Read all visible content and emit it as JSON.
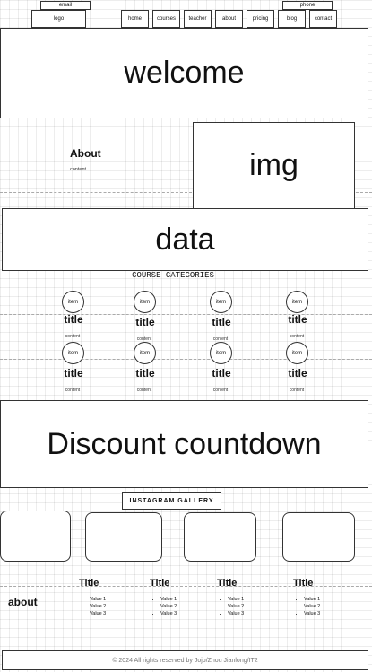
{
  "topbar": {
    "email_label": "email",
    "phone_label": "phone"
  },
  "nav": {
    "logo": "logo",
    "items": [
      "home",
      "courses",
      "teacher",
      "about",
      "pricing",
      "blog",
      "contact"
    ]
  },
  "hero": {
    "text": "welcome"
  },
  "about": {
    "heading": "About",
    "content": "content",
    "image_label": "img"
  },
  "data_banner": {
    "text": "data"
  },
  "categories": {
    "heading": "COURSE CATEGORIES",
    "rows": [
      [
        {
          "icon": "item",
          "title": "title",
          "content": "content"
        },
        {
          "icon": "item",
          "title": "title",
          "content": "content"
        },
        {
          "icon": "item",
          "title": "title",
          "content": "content"
        },
        {
          "icon": "item",
          "title": "title",
          "content": "content"
        }
      ],
      [
        {
          "icon": "item",
          "title": "title",
          "content": "content"
        },
        {
          "icon": "item",
          "title": "title",
          "content": "content"
        },
        {
          "icon": "item",
          "title": "title",
          "content": "content"
        },
        {
          "icon": "item",
          "title": "title",
          "content": "content"
        }
      ]
    ]
  },
  "discount": {
    "text": "Discount countdown"
  },
  "instagram": {
    "heading": "INSTAGRAM GALLERY"
  },
  "footer": {
    "about_label": "about",
    "columns": [
      {
        "title": "Title",
        "values": [
          "Value 1",
          "Value 2",
          "Value 3"
        ]
      },
      {
        "title": "Title",
        "values": [
          "Value 1",
          "Value 2",
          "Value 3"
        ]
      },
      {
        "title": "Title",
        "values": [
          "Value 1",
          "Value 2",
          "Value 3"
        ]
      },
      {
        "title": "Title",
        "values": [
          "Value 1",
          "Value 2",
          "Value 3"
        ]
      }
    ],
    "copyright": "© 2024 All rights reserved by Jojo/Zhou Jianlong/IT2"
  }
}
